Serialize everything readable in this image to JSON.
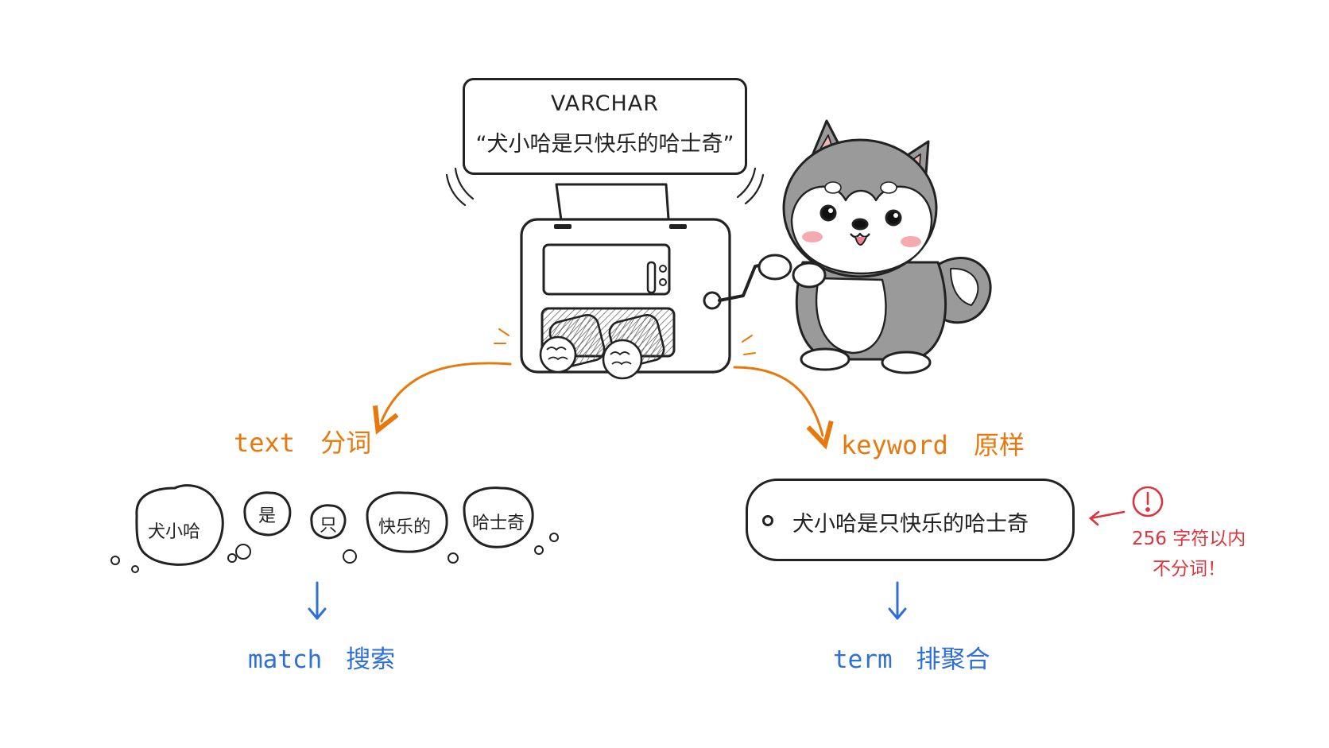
{
  "varchar": {
    "label": "VARCHAR",
    "value": "“犬小哈是只快乐的哈士奇”"
  },
  "text_branch": {
    "title_en": "text",
    "title_zh": "分词",
    "tokens": [
      "犬小哈",
      "是",
      "只",
      "快乐的",
      "哈士奇"
    ],
    "result_en": "match",
    "result_zh": "搜索"
  },
  "keyword_branch": {
    "title_en": "keyword",
    "title_zh": "原样",
    "value": "犬小哈是只快乐的哈士奇",
    "result_en": "term",
    "result_zh": "排聚合"
  },
  "warning": {
    "icon": "exclamation-circle-icon",
    "line1": "256 字符以内",
    "line2": "不分词！"
  },
  "colors": {
    "orange": "#e8780c",
    "blue": "#2e6fd8",
    "red": "#d9363e",
    "ink": "#222222",
    "fur_gray": "#8c8c8c"
  }
}
